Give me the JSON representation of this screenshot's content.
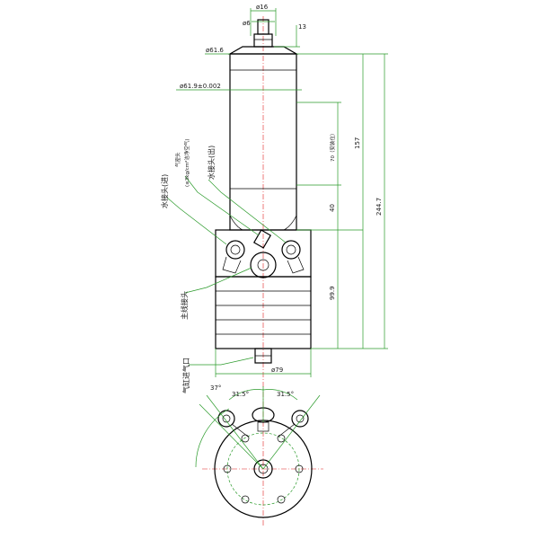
{
  "dimensions": {
    "d16": "ø16",
    "d6": "ø6",
    "l13": "13",
    "d61_6": "ø61.6",
    "d61_9": "ø61.9±0.002",
    "h157": "157",
    "h244_7": "244.7",
    "h70": "70（安装位）",
    "h40": "40",
    "h99_9": "99.9",
    "d79": "ø79",
    "a37": "37°",
    "a31_5_left": "31.5°",
    "a31_5_right": "31.5°"
  },
  "labels": {
    "water_in": "水接头(进)",
    "water_out": "水接头(出)",
    "gas_seal_title": "气密头",
    "gas_seal_note": "(≤3kg/cm²洁净空气)",
    "wire_joint": "主线接头",
    "air_inlet": "气缸进气口"
  },
  "colors": {
    "dimension_line": "#2a9a2a",
    "center_line": "#e02020",
    "outline": "#000000"
  }
}
